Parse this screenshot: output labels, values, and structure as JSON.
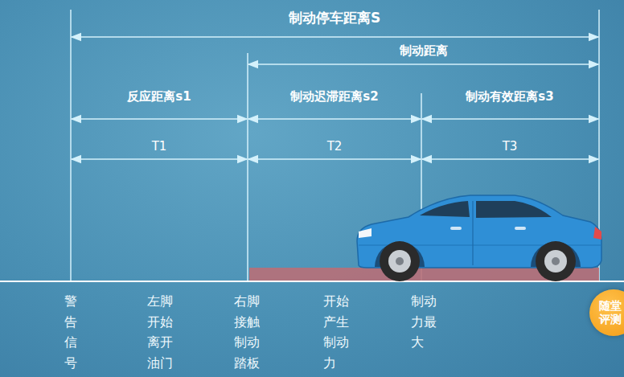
{
  "diagram": {
    "nodes": [
      {
        "text": [
          "随堂评测"
        ]
      }
    ],
    "labels": [
      "制动停车距离S",
      "制动距离",
      "反应距离s1",
      "制动迟滞距离s2",
      "制动有效距离s3",
      "T1",
      "T2",
      "T3",
      "警告信号",
      "左脚开始离开油门",
      "右脚接触制动踏板",
      "开始产生制动力",
      "制动力最大"
    ]
  }
}
